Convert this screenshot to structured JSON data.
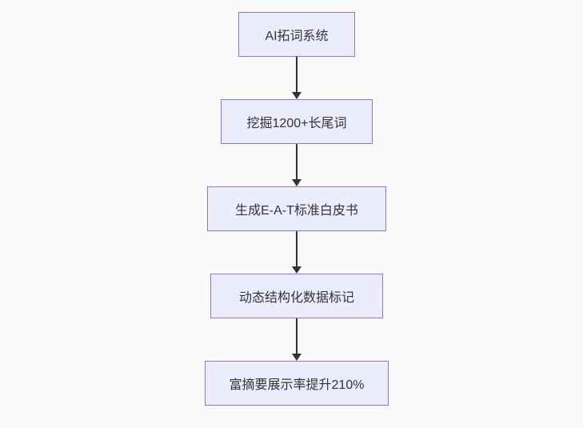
{
  "diagram": {
    "type": "flowchart-vertical",
    "background_color": "#fafafa",
    "node_fill_color": "#ECECFF",
    "node_border_color": "#9370DB",
    "text_color": "#333333",
    "arrow_color": "#333333",
    "nodes": [
      {
        "label": "AI拓词系统"
      },
      {
        "label": "挖掘1200+长尾词"
      },
      {
        "label": "生成E-A-T标准白皮书"
      },
      {
        "label": "动态结构化数据标记"
      },
      {
        "label": "富摘要展示率提升210%"
      }
    ],
    "edges": [
      {
        "from": 0,
        "to": 1
      },
      {
        "from": 1,
        "to": 2
      },
      {
        "from": 2,
        "to": 3
      },
      {
        "from": 3,
        "to": 4
      }
    ]
  }
}
